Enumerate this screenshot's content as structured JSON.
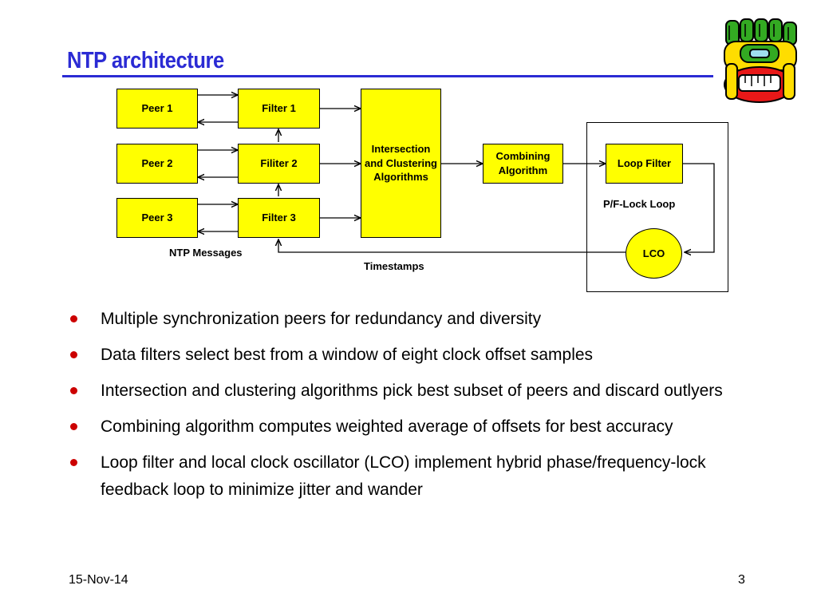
{
  "slide": {
    "title": "NTP architecture",
    "footer_date": "15-Nov-14",
    "page_number": "3"
  },
  "diagram": {
    "peers": [
      "Peer 1",
      "Peer 2",
      "Peer 3"
    ],
    "filters": [
      "Filter 1",
      "Filiter 2",
      "Filter 3"
    ],
    "intersection": "Intersection and Clustering Algorithms",
    "combining": "Combining Algorithm",
    "loop_filter": "Loop Filter",
    "loop_label": "P/F-Lock Loop",
    "lco": "LCO",
    "ntp_messages": "NTP Messages",
    "timestamps": "Timestamps"
  },
  "bullets": [
    "Multiple synchronization peers for redundancy and diversity",
    "Data filters select best from a window of eight clock offset samples",
    "Intersection and clustering algorithms pick best subset of peers and discard outlyers",
    "Combining algorithm computes weighted average of offsets  for best accuracy",
    "Loop filter and local clock oscillator (LCO) implement hybrid phase/frequency-lock feedback loop to minimize jitter and wander"
  ],
  "colors": {
    "title": "#2b2bd4",
    "box_fill": "#ffff00",
    "bullet": "#cc0000"
  }
}
